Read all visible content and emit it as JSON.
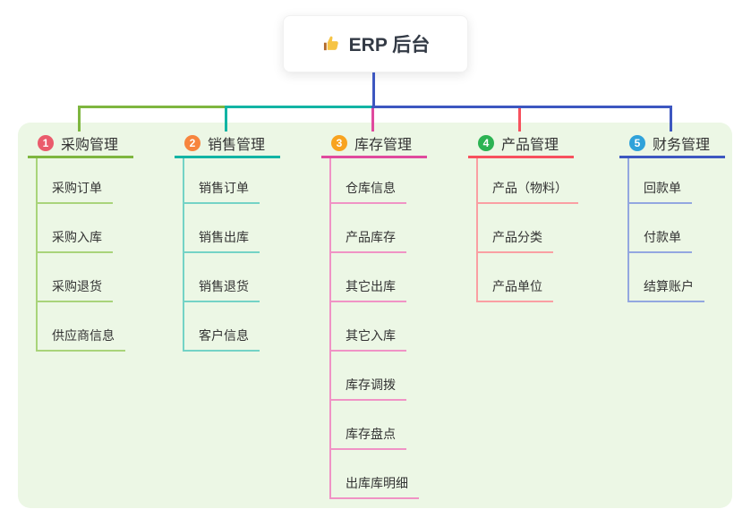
{
  "root": {
    "title": "ERP 后台",
    "icon": "thumbs-up"
  },
  "colors": {
    "panel_bg": "#ecf7e5",
    "root_connector": "#3d57c0",
    "text": "#333333",
    "root_text": "#333a45",
    "thumb_gold": "#f6c445",
    "thumb_cuff": "#b26a2b"
  },
  "branches": [
    {
      "number": "1",
      "title": "采购管理",
      "colors": {
        "badge": "#ea5b6c",
        "line": "#7eb63f",
        "child_line": "#a9d47a"
      },
      "children": [
        "采购订单",
        "采购入库",
        "采购退货",
        "供应商信息"
      ]
    },
    {
      "number": "2",
      "title": "销售管理",
      "colors": {
        "badge": "#f7853e",
        "line": "#12b4a4",
        "child_line": "#74d3c6"
      },
      "children": [
        "销售订单",
        "销售出库",
        "销售退货",
        "客户信息"
      ]
    },
    {
      "number": "3",
      "title": "库存管理",
      "colors": {
        "badge": "#f8a31f",
        "line": "#e04a9e",
        "child_line": "#f093c5"
      },
      "children": [
        "仓库信息",
        "产品库存",
        "其它出库",
        "其它入库",
        "库存调拨",
        "库存盘点",
        "出库库明细"
      ]
    },
    {
      "number": "4",
      "title": "产品管理",
      "colors": {
        "badge": "#2cb353",
        "line": "#f7515e",
        "child_line": "#fa9fa3"
      },
      "children": [
        "产品（物料）",
        "产品分类",
        "产品单位"
      ]
    },
    {
      "number": "5",
      "title": "财务管理",
      "colors": {
        "badge": "#2fa2da",
        "line": "#3d57c0",
        "child_line": "#93a7e0"
      },
      "children": [
        "回款单",
        "付款单",
        "结算账户"
      ]
    }
  ]
}
